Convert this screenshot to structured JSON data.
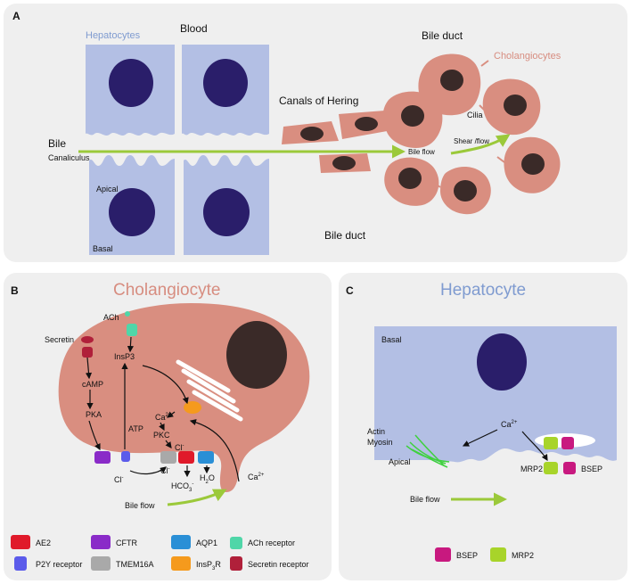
{
  "panelA": {
    "letter": "A",
    "hepatocytes": "Hepatocytes",
    "blood": "Blood",
    "bile": "Bile",
    "canaliculus": "Canaliculus",
    "apical": "Apical",
    "basal": "Basal",
    "canals_of_hering": "Canals of Hering",
    "bile_duct_top": "Bile duct",
    "cholangiocytes": "Cholangiocytes",
    "cilia": "Cilia",
    "bile_flow": "Bile flow",
    "shear_flow": "Shear /flow",
    "bile_duct_bottom": "Bile duct"
  },
  "panelB": {
    "letter": "B",
    "title": "Cholangiocyte",
    "ach": "ACh",
    "secretin": "Secretin",
    "camp": "cAMP",
    "pka": "PKA",
    "insp3": "InsP3",
    "atp": "ATP",
    "ca": "Ca",
    "ca_sup": "2+",
    "pkc": "PKC",
    "cl": "Cl",
    "cl_sup": "-",
    "hco3": "HCO",
    "hco3_sub": "3",
    "hco3_sup": "-",
    "h2o_h": "H",
    "h2o_sub": "2",
    "h2o_o": "O",
    "ca_out": "Ca",
    "bile_flow": "Bile flow"
  },
  "panelC": {
    "letter": "C",
    "title": "Hepatocyte",
    "basal": "Basal",
    "actin": "Actin",
    "myosin": "Myosin",
    "ca": "Ca",
    "ca_sup": "2+",
    "apical": "Apical",
    "mrp2": "MRP2",
    "bsep": "BSEP",
    "bile_flow": "Bile flow"
  },
  "legendB": [
    {
      "label": "AE2",
      "color": "#e01a2a",
      "icon": "ae2-icon"
    },
    {
      "label": "CFTR",
      "color": "#8a2bc8",
      "icon": "cftr-icon"
    },
    {
      "label": "AQP1",
      "color": "#2a8fd6",
      "icon": "aqp1-icon"
    },
    {
      "label": "ACh receptor",
      "color": "#4fd6a8",
      "icon": "ach-receptor-icon"
    },
    {
      "label": "P2Y receptor",
      "color": "#5b5bea",
      "icon": "p2y-receptor-icon"
    },
    {
      "label": "TMEM16A",
      "color": "#a9a9a9",
      "icon": "tmem16a-icon"
    },
    {
      "label": "InsP",
      "sub": "3",
      "tail": "R",
      "color": "#f59a1d",
      "icon": "insp3r-icon"
    },
    {
      "label": "Secretin receptor",
      "color": "#b0203a",
      "icon": "secretin-receptor-icon"
    }
  ],
  "legendC": [
    {
      "label": "BSEP",
      "color": "#c8197f",
      "icon": "bsep-icon"
    },
    {
      "label": "MRP2",
      "color": "#a8d42a",
      "icon": "mrp2-icon"
    }
  ],
  "colors": {
    "panel_bg": "#efefef",
    "hepatocyte": "#b3bfe4",
    "hepatocyte_nucleus": "#2a1e6a",
    "cholangiocyte": "#d98e80",
    "cholangiocyte_nucleus": "#3a2a28",
    "cholangiocyte_title": "#d78d80",
    "hepatocyte_title": "#7f9bd0",
    "arrow_green": "#9bc93a"
  }
}
